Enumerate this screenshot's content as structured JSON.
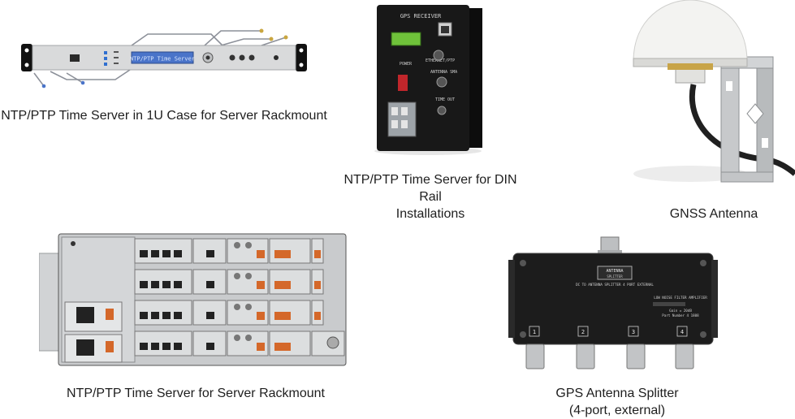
{
  "products": [
    {
      "caption": "NTP/PTP Time Server in 1U Case for Server Rackmount",
      "display_text": "NTP/PTP Time Server"
    },
    {
      "caption_lines": [
        "NTP/PTP Time Server for DIN Rail",
        "Installations"
      ],
      "label_top": "GPS RECEIVER",
      "label_a": "ETHERNET/PTP",
      "label_b": "ANTENNA SMA",
      "label_c": "POWER",
      "label_d": "TIME OUT"
    },
    {
      "caption": "GNSS Antenna"
    },
    {
      "caption": "NTP/PTP Time Server for Server Rackmount"
    },
    {
      "caption_lines": [
        "GPS Antenna Splitter",
        "(4-port, external)"
      ],
      "brand": "ANTENNA",
      "brand2": "SPLITTER",
      "desc": "DC TO ANTENNA SPLITTER 4 PORT EXTERNAL",
      "spec_title": "LOW NOISE FILTER AMPLIFIER",
      "spec_line1": "Gain = 20dB",
      "spec_line2": "Part Number 4 1808",
      "ports": [
        "1",
        "2",
        "3",
        "4"
      ]
    }
  ],
  "colors": {
    "panel_silver": "#d9dadb",
    "lcd_blue": "#4a74c9",
    "lcd_green": "#6fc23a",
    "enclosure_black": "#181818",
    "terminal_orange": "#d4682a"
  }
}
